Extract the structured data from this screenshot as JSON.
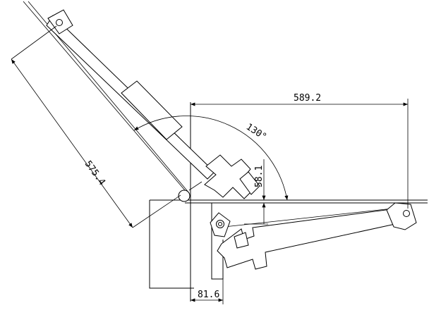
{
  "dimensions": {
    "top_width": "589.2",
    "arm_length": "575.4",
    "angle": "130°",
    "height": "58.1",
    "bottom_offset": "81.6"
  }
}
